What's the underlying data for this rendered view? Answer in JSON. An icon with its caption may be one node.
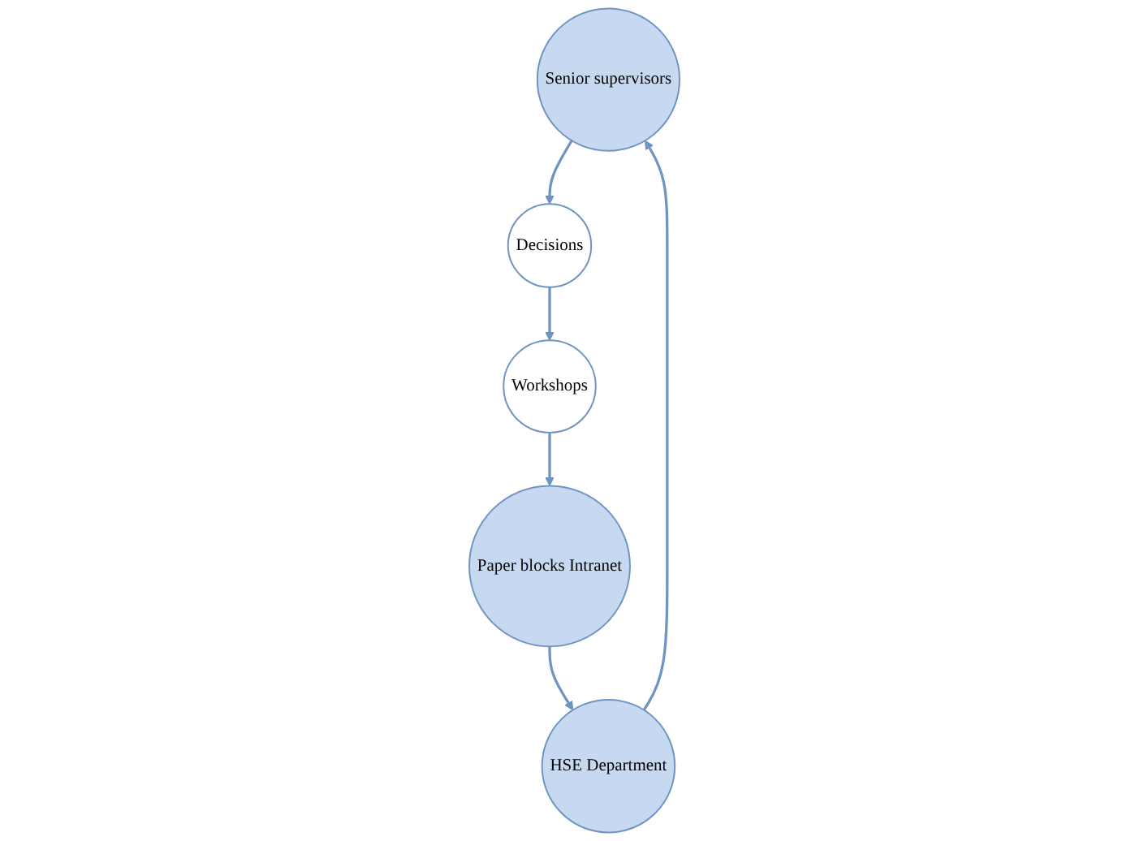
{
  "diagram": {
    "nodes": [
      {
        "text": [
          "Senior supervisors"
        ]
      },
      {
        "text": [
          "HSE Department"
        ]
      },
      {
        "text": [
          "Decisions"
        ]
      },
      {
        "text": [
          "Paper blocks Intranet"
        ]
      },
      {
        "text": [
          "Workshops"
        ]
      }
    ],
    "edges": [
      {
        "from": 1,
        "to": 0,
        "arrow": "to"
      },
      {
        "from": 0,
        "to": 2,
        "arrow": "to"
      },
      {
        "from": 2,
        "to": 4,
        "arrow": "to"
      },
      {
        "from": 4,
        "to": 3,
        "arrow": "to"
      },
      {
        "from": 3,
        "to": 1,
        "arrow": "to"
      }
    ]
  }
}
